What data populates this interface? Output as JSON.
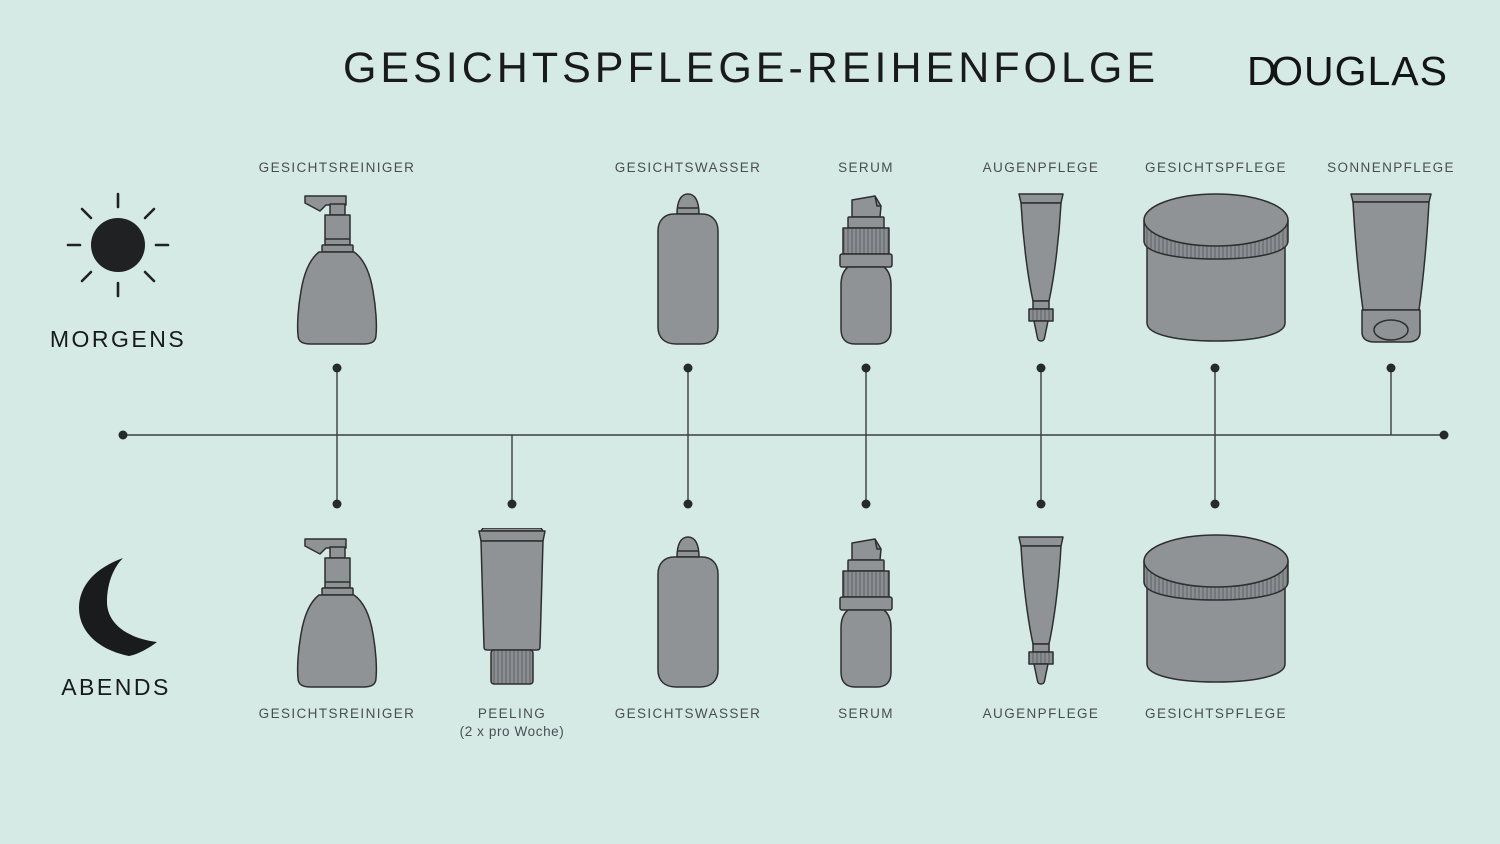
{
  "header": {
    "title": "GESICHTSPFLEGE-REIHENFOLGE",
    "brand": {
      "d": "D",
      "o": "O",
      "rest": "UGLAS"
    }
  },
  "colors": {
    "background": "#d5eae5",
    "product_fill": "#8f9396",
    "product_rib_fill": "#8a8e91",
    "outline": "#2e2e2e",
    "timeline": "#3b3e40",
    "label_text": "#494e52",
    "title_text": "#191a1a"
  },
  "routine": {
    "morning": {
      "label": "MORGENS",
      "icon": "sun-icon",
      "steps": [
        {
          "label": "GESICHTSREINIGER",
          "product": "pump-bottle"
        },
        {
          "label": "GESICHTSWASSER",
          "product": "toner-bottle"
        },
        {
          "label": "SERUM",
          "product": "serum-pump-bottle"
        },
        {
          "label": "AUGENPFLEGE",
          "product": "eye-cream-tube"
        },
        {
          "label": "GESICHTSPFLEGE",
          "product": "cream-jar"
        },
        {
          "label": "SONNENPFLEGE",
          "product": "sunscreen-tube"
        }
      ]
    },
    "evening": {
      "label": "ABENDS",
      "icon": "moon-icon",
      "steps": [
        {
          "label": "GESICHTSREINIGER",
          "product": "pump-bottle"
        },
        {
          "label": "PEELING",
          "sublabel": "(2 x pro Woche)",
          "product": "peeling-tube"
        },
        {
          "label": "GESICHTSWASSER",
          "product": "toner-bottle"
        },
        {
          "label": "SERUM",
          "product": "serum-pump-bottle"
        },
        {
          "label": "AUGENPFLEGE",
          "product": "eye-cream-tube"
        },
        {
          "label": "GESICHTSPFLEGE",
          "product": "cream-jar"
        }
      ]
    }
  }
}
